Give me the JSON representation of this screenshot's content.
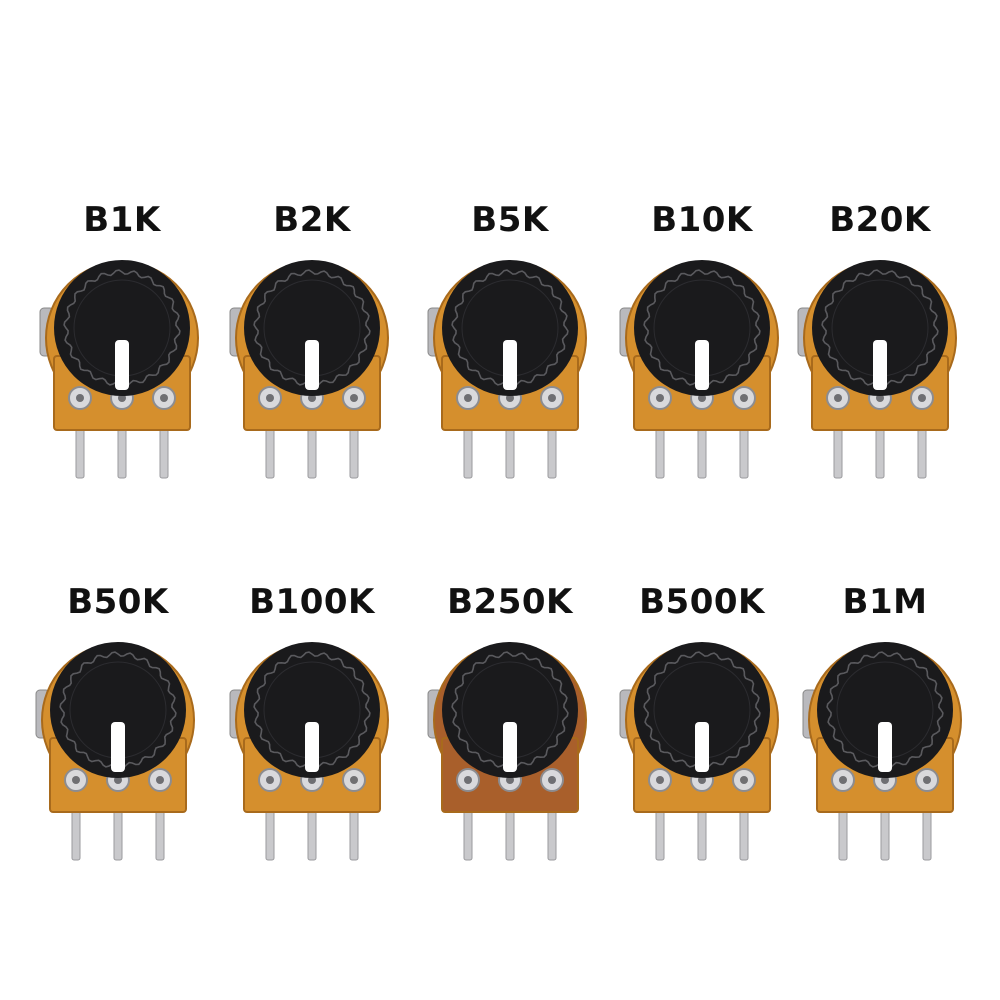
{
  "potentiometers": [
    {
      "label": "B1K",
      "base": "#d58f2d"
    },
    {
      "label": "B2K",
      "base": "#d58f2d"
    },
    {
      "label": "B5K",
      "base": "#d58f2d"
    },
    {
      "label": "B10K",
      "base": "#d58f2d"
    },
    {
      "label": "B20K",
      "base": "#d58f2d"
    },
    {
      "label": "B50K",
      "base": "#d58f2d"
    },
    {
      "label": "B100K",
      "base": "#d58f2d"
    },
    {
      "label": "B250K",
      "base": "#a95f2b"
    },
    {
      "label": "B500K",
      "base": "#d58f2d"
    },
    {
      "label": "B1M",
      "base": "#d58f2d"
    }
  ],
  "colors": {
    "knob": "#1a1a1c",
    "knob_ring": "#5a5a5e",
    "indicator": "#ffffff",
    "pins": "#c9c9cc",
    "base_edge": "#a86a1c"
  }
}
